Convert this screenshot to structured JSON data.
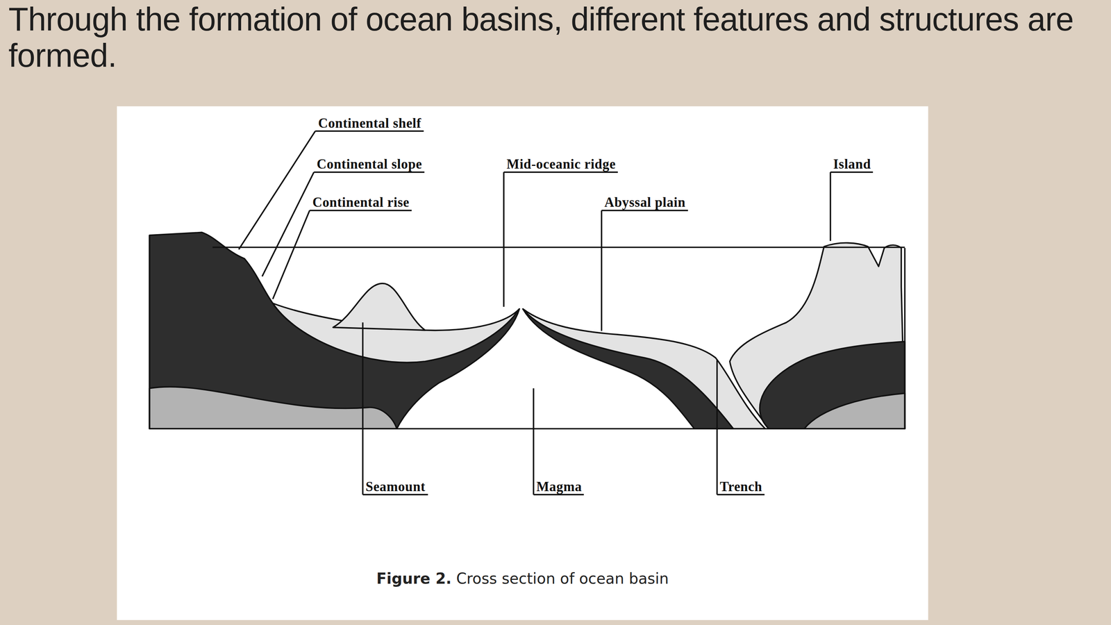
{
  "diagram": {
    "title": "Through the formation of ocean basins, different features and structures are formed.",
    "caption": "Figure 2. Cross section of ocean basin",
    "labels": [
      "Continental shelf",
      "Continental slope",
      "Mid-oceanic ridge",
      "Island",
      "Continental rise",
      "Abyssal plain",
      "Seamount",
      "Magma",
      "Trench"
    ]
  }
}
